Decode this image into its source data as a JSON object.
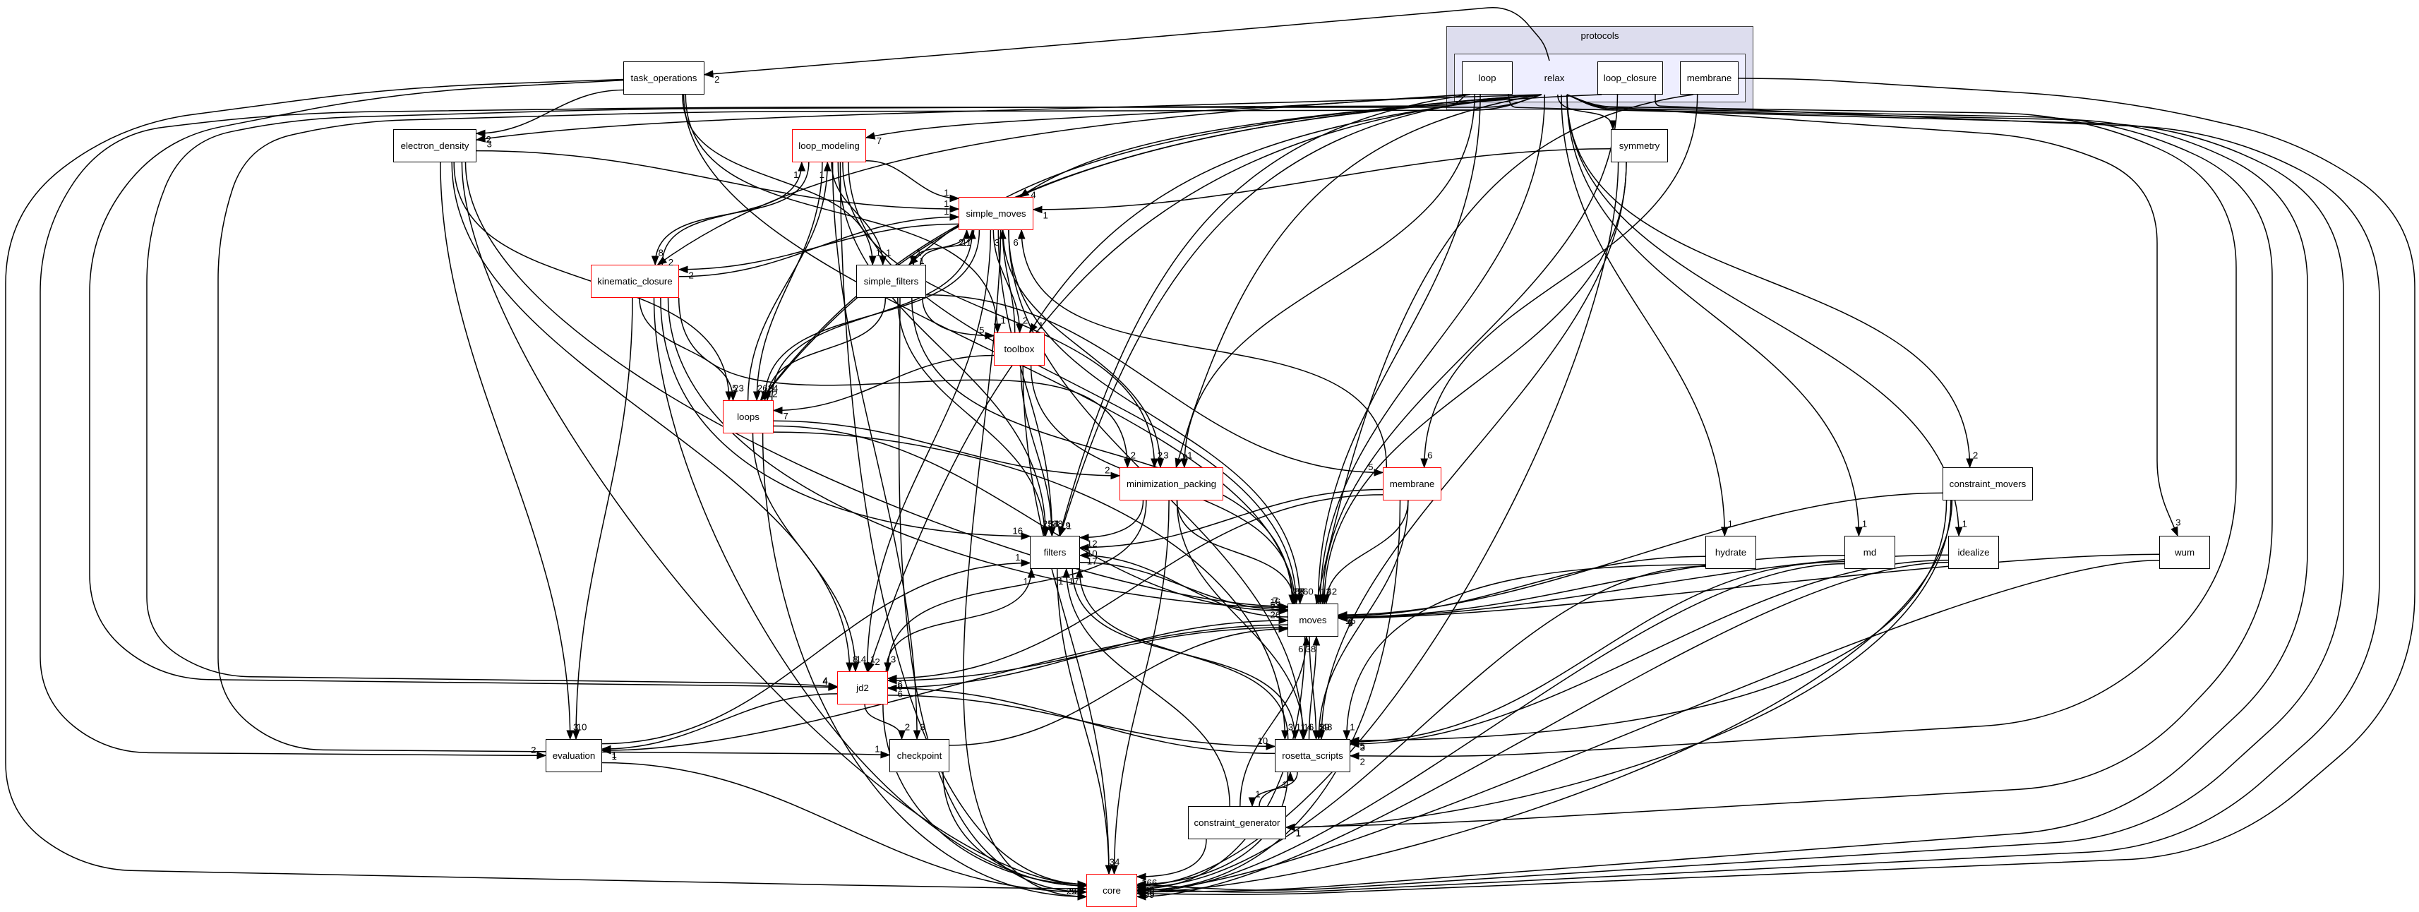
{
  "colors": {
    "edge": "#000000",
    "node_border": "#000000",
    "highlight_border": "#ff0000",
    "outer_cluster_fill": "#ddddee",
    "inner_cluster_fill": "#eeeeff",
    "cluster_border": "#404040"
  },
  "clusters": {
    "protocols": {
      "label": "protocols"
    },
    "relax": {
      "label": "relax"
    }
  },
  "nodes": {
    "loop": {
      "label": "loop",
      "border": "black",
      "cluster": "relax"
    },
    "loop_closure": {
      "label": "loop_closure",
      "border": "black",
      "cluster": "relax"
    },
    "relax_membrane": {
      "label": "membrane",
      "border": "black",
      "cluster": "relax"
    },
    "task_operations": {
      "label": "task_operations",
      "border": "black"
    },
    "electron_density": {
      "label": "electron_density",
      "border": "black"
    },
    "loop_modeling": {
      "label": "loop_modeling",
      "border": "red"
    },
    "symmetry": {
      "label": "symmetry",
      "border": "black"
    },
    "simple_moves": {
      "label": "simple_moves",
      "border": "red"
    },
    "kinematic_closure": {
      "label": "kinematic_closure",
      "border": "red"
    },
    "simple_filters": {
      "label": "simple_filters",
      "border": "black"
    },
    "toolbox": {
      "label": "toolbox",
      "border": "red"
    },
    "loops": {
      "label": "loops",
      "border": "red"
    },
    "minimization_packing": {
      "label": "minimization_packing",
      "border": "red"
    },
    "membrane": {
      "label": "membrane",
      "border": "red"
    },
    "constraint_movers": {
      "label": "constraint_movers",
      "border": "black"
    },
    "filters": {
      "label": "filters",
      "border": "black"
    },
    "hydrate": {
      "label": "hydrate",
      "border": "black"
    },
    "md": {
      "label": "md",
      "border": "black"
    },
    "idealize": {
      "label": "idealize",
      "border": "black"
    },
    "wum": {
      "label": "wum",
      "border": "black"
    },
    "moves": {
      "label": "moves",
      "border": "black"
    },
    "jd2": {
      "label": "jd2",
      "border": "red"
    },
    "evaluation": {
      "label": "evaluation",
      "border": "black"
    },
    "checkpoint": {
      "label": "checkpoint",
      "border": "black"
    },
    "rosetta_scripts": {
      "label": "rosetta_scripts",
      "border": "black"
    },
    "constraint_generator": {
      "label": "constraint_generator",
      "border": "black"
    },
    "core": {
      "label": "core",
      "border": "red"
    }
  },
  "edges": [
    {
      "from": "relax",
      "to": "task_operations",
      "label": "2"
    },
    {
      "from": "relax",
      "to": "electron_density",
      "label": "3"
    },
    {
      "from": "relax",
      "to": "symmetry",
      "label": ""
    },
    {
      "from": "relax",
      "to": "simple_moves",
      "label": "4"
    },
    {
      "from": "relax",
      "to": "simple_filters",
      "label": "1"
    },
    {
      "from": "relax",
      "to": "toolbox",
      "label": "1"
    },
    {
      "from": "relax",
      "to": "loops",
      "label": "12"
    },
    {
      "from": "relax",
      "to": "minimization_packing",
      "label": "8"
    },
    {
      "from": "relax",
      "to": "constraint_movers",
      "label": "2"
    },
    {
      "from": "relax",
      "to": "filters",
      "label": "1"
    },
    {
      "from": "relax",
      "to": "hydrate",
      "label": "1"
    },
    {
      "from": "relax",
      "to": "md",
      "label": "1"
    },
    {
      "from": "relax",
      "to": "idealize",
      "label": "1"
    },
    {
      "from": "relax",
      "to": "wum",
      "label": "3"
    },
    {
      "from": "relax",
      "to": "moves",
      "label": "12"
    },
    {
      "from": "relax",
      "to": "jd2",
      "label": "2"
    },
    {
      "from": "relax",
      "to": "evaluation",
      "label": "2"
    },
    {
      "from": "relax",
      "to": "checkpoint",
      "label": "1"
    },
    {
      "from": "relax",
      "to": "rosetta_scripts",
      "label": "2"
    },
    {
      "from": "relax",
      "to": "constraint_generator",
      "label": "1"
    },
    {
      "from": "relax",
      "to": "core",
      "label": ""
    },
    {
      "from": "loop",
      "to": "loop_modeling",
      "label": "7"
    },
    {
      "from": "loop",
      "to": "kinematic_closure",
      "label": "2"
    },
    {
      "from": "loop",
      "to": "minimization_packing",
      "label": "1"
    },
    {
      "from": "loop",
      "to": "filters",
      "label": "9"
    },
    {
      "from": "loop",
      "to": "moves",
      "label": ""
    },
    {
      "from": "loop",
      "to": "jd2",
      "label": "4"
    },
    {
      "from": "loop",
      "to": "core",
      "label": ""
    },
    {
      "from": "loop_closure",
      "to": "loops",
      "label": ""
    },
    {
      "from": "loop_closure",
      "to": "moves",
      "label": ""
    },
    {
      "from": "loop_closure",
      "to": "core",
      "label": ""
    },
    {
      "from": "relax_membrane",
      "to": "membrane",
      "label": "6"
    },
    {
      "from": "relax_membrane",
      "to": "moves",
      "label": ""
    },
    {
      "from": "relax_membrane",
      "to": "core",
      "label": ""
    },
    {
      "from": "task_operations",
      "to": "electron_density",
      "label": "2"
    },
    {
      "from": "task_operations",
      "to": "simple_filters",
      "label": "1"
    },
    {
      "from": "task_operations",
      "to": "toolbox",
      "label": "1"
    },
    {
      "from": "task_operations",
      "to": "moves",
      "label": ""
    },
    {
      "from": "task_operations",
      "to": "jd2",
      "label": "4"
    },
    {
      "from": "task_operations",
      "to": "core",
      "label": ""
    },
    {
      "from": "electron_density",
      "to": "simple_moves",
      "label": "1"
    },
    {
      "from": "electron_density",
      "to": "loops",
      "label": "5"
    },
    {
      "from": "electron_density",
      "to": "moves",
      "label": "7"
    },
    {
      "from": "electron_density",
      "to": "jd2",
      "label": "8"
    },
    {
      "from": "electron_density",
      "to": "evaluation",
      "label": "3"
    },
    {
      "from": "electron_density",
      "to": "core",
      "label": ""
    },
    {
      "from": "loop_modeling",
      "to": "simple_moves",
      "label": "1"
    },
    {
      "from": "loop_modeling",
      "to": "kinematic_closure",
      "label": "8"
    },
    {
      "from": "loop_modeling",
      "to": "simple_filters",
      "label": "1"
    },
    {
      "from": "loop_modeling",
      "to": "loops",
      "label": "26"
    },
    {
      "from": "loop_modeling",
      "to": "minimization_packing",
      "label": "2"
    },
    {
      "from": "loop_modeling",
      "to": "filters",
      "label": "8"
    },
    {
      "from": "loop_modeling",
      "to": "moves",
      "label": "8"
    },
    {
      "from": "loop_modeling",
      "to": "checkpoint",
      "label": "3"
    },
    {
      "from": "loop_modeling",
      "to": "core",
      "label": ""
    },
    {
      "from": "symmetry",
      "to": "simple_moves",
      "label": "1"
    },
    {
      "from": "symmetry",
      "to": "moves",
      "label": ""
    },
    {
      "from": "symmetry",
      "to": "rosetta_scripts",
      "label": "48"
    },
    {
      "from": "symmetry",
      "to": "core",
      "label": ""
    },
    {
      "from": "simple_moves",
      "to": "kinematic_closure",
      "label": "2"
    },
    {
      "from": "simple_moves",
      "to": "simple_filters",
      "label": "1"
    },
    {
      "from": "simple_moves",
      "to": "toolbox",
      "label": "2"
    },
    {
      "from": "simple_moves",
      "to": "loops",
      "label": "8"
    },
    {
      "from": "simple_moves",
      "to": "minimization_packing",
      "label": "3"
    },
    {
      "from": "simple_moves",
      "to": "filters",
      "label": "38"
    },
    {
      "from": "simple_moves",
      "to": "moves",
      "label": "260"
    },
    {
      "from": "simple_moves",
      "to": "jd2",
      "label": "1"
    },
    {
      "from": "simple_moves",
      "to": "rosetta_scripts",
      "label": "16"
    },
    {
      "from": "simple_moves",
      "to": "core",
      "label": "255"
    },
    {
      "from": "kinematic_closure",
      "to": "loop_modeling",
      "label": "1"
    },
    {
      "from": "kinematic_closure",
      "to": "simple_moves",
      "label": "1"
    },
    {
      "from": "kinematic_closure",
      "to": "loops",
      "label": "23"
    },
    {
      "from": "kinematic_closure",
      "to": "minimization_packing",
      "label": "2"
    },
    {
      "from": "kinematic_closure",
      "to": "filters",
      "label": "16"
    },
    {
      "from": "kinematic_closure",
      "to": "moves",
      "label": "16"
    },
    {
      "from": "kinematic_closure",
      "to": "evaluation",
      "label": "10"
    },
    {
      "from": "kinematic_closure",
      "to": "core",
      "label": ""
    },
    {
      "from": "simple_filters",
      "to": "simple_moves",
      "label": "2"
    },
    {
      "from": "simple_filters",
      "to": "toolbox",
      "label": "5"
    },
    {
      "from": "simple_filters",
      "to": "loops",
      "label": "24"
    },
    {
      "from": "simple_filters",
      "to": "membrane",
      "label": "5"
    },
    {
      "from": "simple_filters",
      "to": "filters",
      "label": "254"
    },
    {
      "from": "simple_filters",
      "to": "moves",
      "label": "27"
    },
    {
      "from": "simple_filters",
      "to": "core",
      "label": ""
    },
    {
      "from": "toolbox",
      "to": "simple_moves",
      "label": "3"
    },
    {
      "from": "toolbox",
      "to": "loops",
      "label": "7"
    },
    {
      "from": "toolbox",
      "to": "filters",
      "label": "1"
    },
    {
      "from": "toolbox",
      "to": "moves",
      "label": "9"
    },
    {
      "from": "toolbox",
      "to": "core",
      "label": ""
    },
    {
      "from": "loops",
      "to": "loop_modeling",
      "label": "1"
    },
    {
      "from": "loops",
      "to": "simple_moves",
      "label": "11"
    },
    {
      "from": "loops",
      "to": "minimization_packing",
      "label": "2"
    },
    {
      "from": "loops",
      "to": "moves",
      "label": "53"
    },
    {
      "from": "loops",
      "to": "jd2",
      "label": "14"
    },
    {
      "from": "loops",
      "to": "rosetta_scripts",
      "label": "3"
    },
    {
      "from": "loops",
      "to": "core",
      "label": "58"
    },
    {
      "from": "minimization_packing",
      "to": "filters",
      "label": "12"
    },
    {
      "from": "minimization_packing",
      "to": "moves",
      "label": "57"
    },
    {
      "from": "minimization_packing",
      "to": "jd2",
      "label": "3"
    },
    {
      "from": "minimization_packing",
      "to": "rosetta_scripts",
      "label": "4"
    },
    {
      "from": "minimization_packing",
      "to": "core",
      "label": ""
    },
    {
      "from": "membrane",
      "to": "simple_moves",
      "label": "6"
    },
    {
      "from": "membrane",
      "to": "filters",
      "label": "10"
    },
    {
      "from": "membrane",
      "to": "moves",
      "label": "42"
    },
    {
      "from": "membrane",
      "to": "jd2",
      "label": "6"
    },
    {
      "from": "membrane",
      "to": "rosetta_scripts",
      "label": "29"
    },
    {
      "from": "membrane",
      "to": "core",
      "label": ""
    },
    {
      "from": "constraint_movers",
      "to": "moves",
      "label": "15"
    },
    {
      "from": "constraint_movers",
      "to": "rosetta_scripts",
      "label": "5"
    },
    {
      "from": "constraint_movers",
      "to": "constraint_generator",
      "label": "1"
    },
    {
      "from": "constraint_movers",
      "to": "core",
      "label": ""
    },
    {
      "from": "filters",
      "to": "moves",
      "label": ""
    },
    {
      "from": "filters",
      "to": "rosetta_scripts",
      "label": "11"
    },
    {
      "from": "filters",
      "to": "core",
      "label": "34"
    },
    {
      "from": "hydrate",
      "to": "moves",
      "label": "6"
    },
    {
      "from": "hydrate",
      "to": "rosetta_scripts",
      "label": "1"
    },
    {
      "from": "hydrate",
      "to": "core",
      "label": ""
    },
    {
      "from": "md",
      "to": "moves",
      "label": "5"
    },
    {
      "from": "md",
      "to": "rosetta_scripts",
      "label": "3"
    },
    {
      "from": "md",
      "to": "core",
      "label": ""
    },
    {
      "from": "idealize",
      "to": "moves",
      "label": "9"
    },
    {
      "from": "idealize",
      "to": "rosetta_scripts",
      "label": ""
    },
    {
      "from": "idealize",
      "to": "core",
      "label": ""
    },
    {
      "from": "wum",
      "to": "moves",
      "label": ""
    },
    {
      "from": "wum",
      "to": "core",
      "label": ""
    },
    {
      "from": "moves",
      "to": "filters",
      "label": "17"
    },
    {
      "from": "moves",
      "to": "jd2",
      "label": "6"
    },
    {
      "from": "moves",
      "to": "evaluation",
      "label": "1"
    },
    {
      "from": "moves",
      "to": "rosetta_scripts",
      "label": "5"
    },
    {
      "from": "moves",
      "to": "core",
      "label": "99"
    },
    {
      "from": "jd2",
      "to": "moves",
      "label": "26"
    },
    {
      "from": "jd2",
      "to": "filters",
      "label": "1"
    },
    {
      "from": "jd2",
      "to": "checkpoint",
      "label": "2"
    },
    {
      "from": "jd2",
      "to": "evaluation",
      "label": "1"
    },
    {
      "from": "jd2",
      "to": "rosetta_scripts",
      "label": "10"
    },
    {
      "from": "jd2",
      "to": "core",
      "label": ""
    },
    {
      "from": "evaluation",
      "to": "filters",
      "label": "1"
    },
    {
      "from": "evaluation",
      "to": "core",
      "label": ""
    },
    {
      "from": "checkpoint",
      "to": "moves",
      "label": ""
    },
    {
      "from": "checkpoint",
      "to": "core",
      "label": ""
    },
    {
      "from": "rosetta_scripts",
      "to": "moves",
      "label": "38"
    },
    {
      "from": "rosetta_scripts",
      "to": "filters",
      "label": "17"
    },
    {
      "from": "rosetta_scripts",
      "to": "jd2",
      "label": "6"
    },
    {
      "from": "rosetta_scripts",
      "to": "constraint_generator",
      "label": "1"
    },
    {
      "from": "rosetta_scripts",
      "to": "core",
      "label": "38"
    },
    {
      "from": "constraint_generator",
      "to": "rosetta_scripts",
      "label": "1"
    },
    {
      "from": "constraint_generator",
      "to": "moves",
      "label": "6"
    },
    {
      "from": "constraint_generator",
      "to": "filters",
      "label": "1"
    },
    {
      "from": "constraint_generator",
      "to": "core",
      "label": "166"
    }
  ]
}
